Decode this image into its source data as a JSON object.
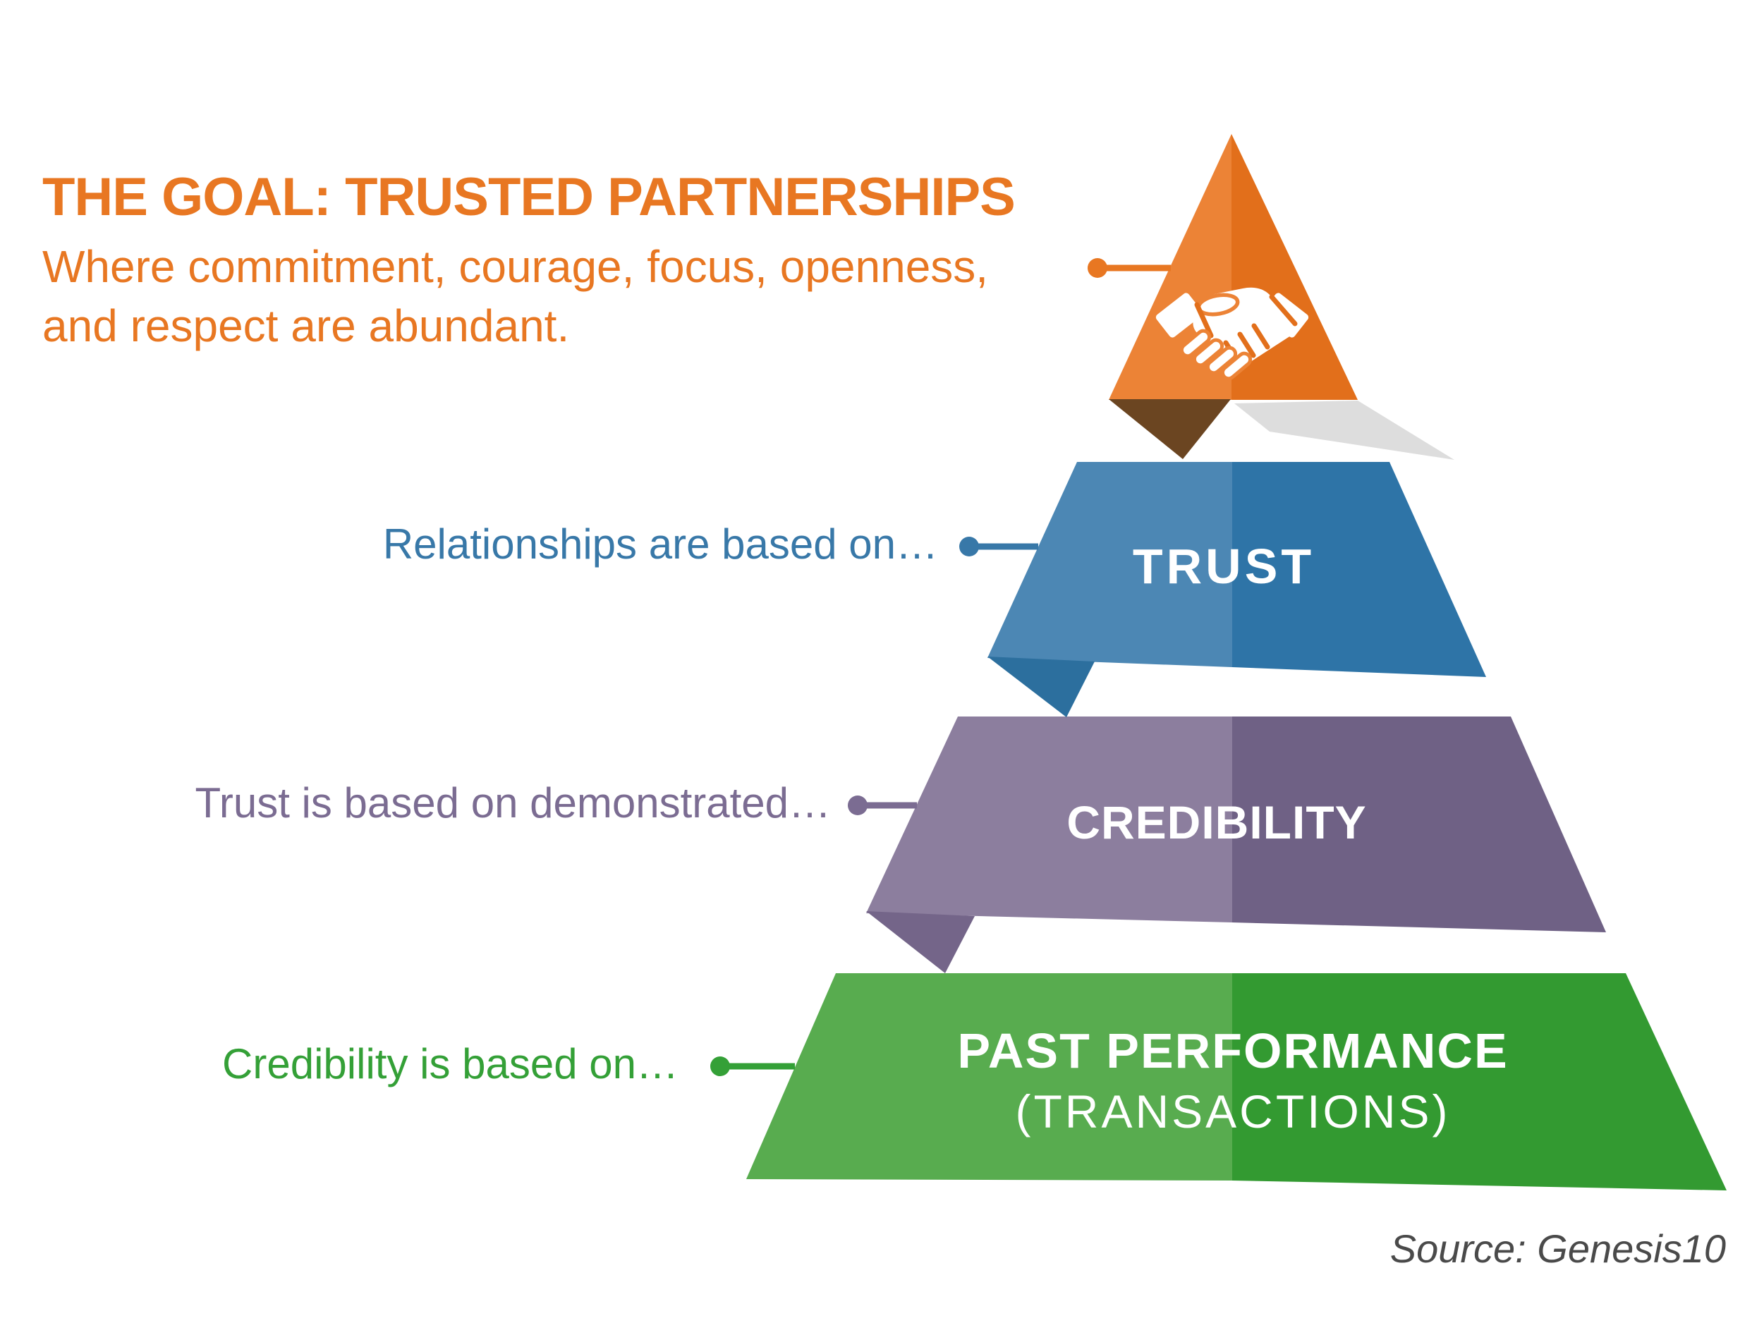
{
  "header": {
    "title": "THE GOAL: TRUSTED PARTNERSHIPS",
    "subtitle_line1": "Where commitment, courage, focus, openness,",
    "subtitle_line2": "and respect are abundant."
  },
  "connector_labels": {
    "trust": "Relationships are based on…",
    "credibility": "Trust is based on demonstrated…",
    "past_performance": "Credibility is based on…"
  },
  "pyramid": {
    "levels": [
      {
        "id": "partnership",
        "label": "",
        "icon": "handshake-icon"
      },
      {
        "id": "trust",
        "label": "TRUST"
      },
      {
        "id": "credibility",
        "label": "CREDIBILITY"
      },
      {
        "id": "past-performance",
        "label": "PAST PERFORMANCE",
        "sublabel": "(TRANSACTIONS)"
      }
    ]
  },
  "source": "Source: Genesis10",
  "colors": {
    "accent_orange": "#E87722",
    "triangle_left": "#EC8336",
    "triangle_right": "#E26F1B",
    "fold_brown": "#6B4521",
    "shadow_gray": "#9E9E9E",
    "trust_left": "#4C87B4",
    "trust_right": "#2E74A7",
    "trust_fold": "#2C6F9E",
    "trust_text": "#3878A8",
    "credibility_left": "#8C7E9E",
    "credibility_right": "#6F6185",
    "credibility_fold": "#746589",
    "credibility_text": "#7B6C92",
    "performance_left": "#58AC4F",
    "performance_right": "#339A31",
    "performance_text": "#34A037",
    "band_text": "#FFFFFF",
    "source_text": "#4A4A4A"
  }
}
